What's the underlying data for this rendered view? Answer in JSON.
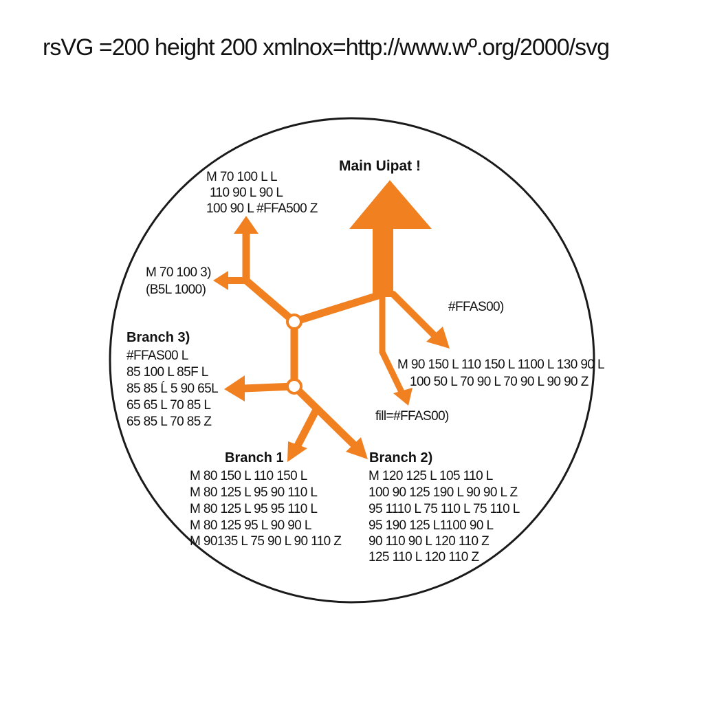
{
  "header": {
    "text": "rsVG =200 height 200 xmlnox=http://www.wº.org/2000/svg"
  },
  "colors": {
    "accent": "#F08020",
    "outline": "#1a1a1a",
    "background": "#ffffff"
  },
  "diagram": {
    "main_label": "Main Uipat !",
    "top_note": [
      "M 70 100 L L",
      "110 90 L 90 L",
      "100 90 L #FFA500 Z"
    ],
    "left_note": [
      "M 70 100 3)",
      "(B5L 1000)"
    ],
    "right_fill_note": "#FFAS00)",
    "right_path_note": [
      "M 90 150 L 110 150 L 1100 L 130 90 L",
      "100 50 L 70 90 L 70 90 L 90 90 Z"
    ],
    "fill_note": "fill=#FFAS00)",
    "branch3": {
      "title": "Branch 3)",
      "lines": [
        "#FFAS00 L",
        "85 100 L 85F L",
        "85 85 Ĺ 5 90 65L",
        "65 65 L 70 85 L",
        "65 85 L 70 85 Z"
      ]
    },
    "branch1": {
      "title": "Branch 1",
      "lines": [
        "M 80 150 L 110 150 L",
        "M 80 125 L 95 90 110 L",
        "M 80 125 L 95 95 110 L",
        "M 80 125 95 L 90 90 L",
        "M 90135 L 75 90 L 90 110 Z"
      ]
    },
    "branch2": {
      "title": "Branch 2)",
      "lines": [
        "M 120 125 L 105 110 L",
        "100 90 125 190 L 90 90 L Z",
        "95 1110 L 75 110 L 75 110 L",
        "95 190 125 L1100 90 L",
        "90 110 90 L 120 110 Z",
        "125 110 L 120 110 Z"
      ]
    }
  }
}
